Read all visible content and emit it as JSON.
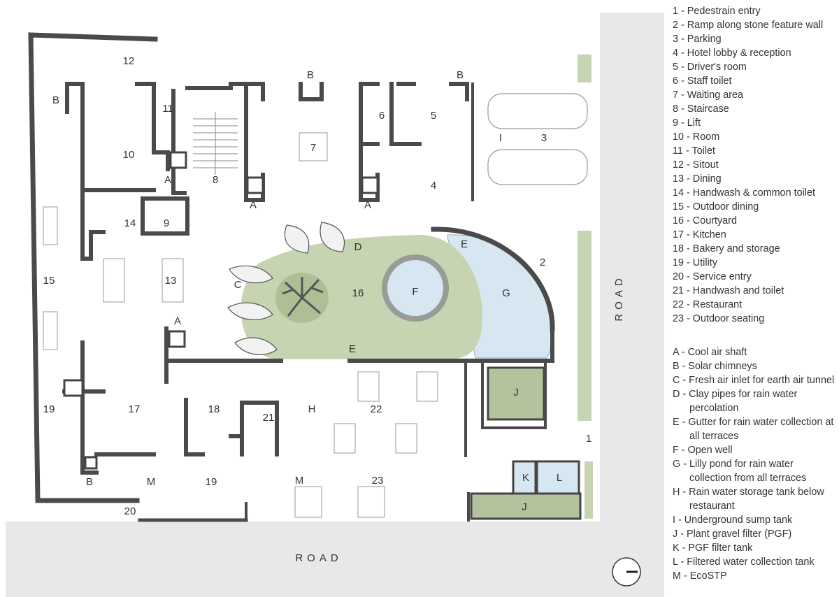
{
  "plan": {
    "zones": {
      "z1": "1",
      "z2": "2",
      "z3": "3",
      "z4": "4",
      "z5": "5",
      "z6": "6",
      "z7": "7",
      "z8": "8",
      "z9": "9",
      "z10": "10",
      "z11": "11",
      "z12": "12",
      "z13": "13",
      "z14": "14",
      "z15": "15",
      "z16": "16",
      "z17": "17",
      "z18": "18",
      "z19a": "19",
      "z19b": "19",
      "z20": "20",
      "z21": "21",
      "z22": "22",
      "z23": "23",
      "zA1": "A",
      "zA2": "A",
      "zA3": "A",
      "zA4": "A",
      "zB1": "B",
      "zB2": "B",
      "zB3": "B",
      "zB4": "B",
      "zC": "C",
      "zD": "D",
      "zE1": "E",
      "zE2": "E",
      "zF": "F",
      "zG": "G",
      "zH": "H",
      "zI": "I",
      "zJ1": "J",
      "zJ2": "J",
      "zK": "K",
      "zL": "L",
      "zM1": "M",
      "zM2": "M"
    },
    "road_right": "ROAD",
    "road_bottom": "ROAD",
    "colors": {
      "wall": "#4a4a4a",
      "lawn": "#c6d4b1",
      "water": "#d6e7f1",
      "filter": "#b3c39d",
      "tree": "#6e6e6e"
    }
  },
  "legend": {
    "numbers": [
      "1 - Pedestrain entry",
      "2 - Ramp along stone feature wall",
      "3 - Parking",
      "4 - Hotel lobby & reception",
      "5 - Driver's room",
      "6 - Staff toilet",
      "7 - Waiting area",
      "8 - Staircase",
      "9 - Lift",
      "10 - Room",
      "11 - Toilet",
      "12 - Sitout",
      "13 - Dining",
      "14 - Handwash & common toilet",
      "15 - Outdoor dining",
      "16 - Courtyard",
      "17 - Kitchen",
      "18 - Bakery and storage",
      "19 - Utility",
      "20 - Service entry",
      "21 -  Handwash and toilet",
      "22 - Restaurant",
      "23 -  Outdoor seating"
    ],
    "letters": [
      "A - Cool air shaft",
      "B - Solar chimneys",
      "C - Fresh air inlet for earth air tunnel",
      "D - Clay pipes for rain water percolation",
      "E - Gutter for rain water collection at all terraces",
      "F - Open well",
      "G - Lilly pond for  rain water collection from all terraces",
      "H - Rain water storage tank below restaurant",
      "I - Underground sump tank",
      "J - Plant gravel filter (PGF)",
      "K - PGF filter tank",
      "L - Filtered water collection tank",
      "M - EcoSTP"
    ]
  }
}
